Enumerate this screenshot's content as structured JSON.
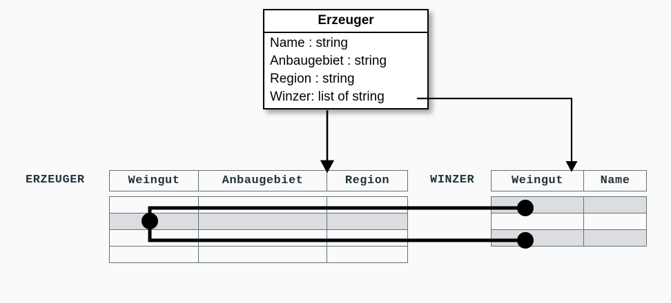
{
  "diagram": {
    "title": "Erzeuger UML class mapped to relational tables",
    "background_color": "#fafafa"
  },
  "uml_class": {
    "name": "Erzeuger",
    "attributes": [
      "Name : string",
      "Anbaugebiet : string",
      "Region : string",
      "Winzer: list of string"
    ]
  },
  "tables": [
    {
      "label": "ERZEUGER",
      "columns": [
        "Weingut",
        "Anbaugebiet",
        "Region"
      ],
      "rows": [
        {
          "cells": [
            "",
            "",
            ""
          ],
          "shaded": false
        },
        {
          "cells": [
            "",
            "",
            ""
          ],
          "shaded": true
        },
        {
          "cells": [
            "",
            "",
            ""
          ],
          "shaded": false
        },
        {
          "cells": [
            "",
            "",
            ""
          ],
          "shaded": false
        }
      ]
    },
    {
      "label": "WINZER",
      "columns": [
        "Weingut",
        "Name"
      ],
      "rows": [
        {
          "cells": [
            "",
            ""
          ],
          "shaded": true
        },
        {
          "cells": [
            "",
            ""
          ],
          "shaded": false
        },
        {
          "cells": [
            "",
            ""
          ],
          "shaded": true
        }
      ]
    }
  ],
  "connectors": {
    "class_to_erzeuger": {
      "from": "Erzeuger class box",
      "to": "ERZEUGER table",
      "style": "arrow-down"
    },
    "winzer_attr_to_winzer_table": {
      "from": "Winzer: list of string",
      "to": "WINZER table",
      "style": "elbow-arrow"
    },
    "row_links": [
      {
        "from": "ERZEUGER row 2",
        "to": "WINZER row 1"
      },
      {
        "from": "ERZEUGER row 2",
        "to": "WINZER row 3"
      }
    ],
    "line_color": "#000000"
  }
}
